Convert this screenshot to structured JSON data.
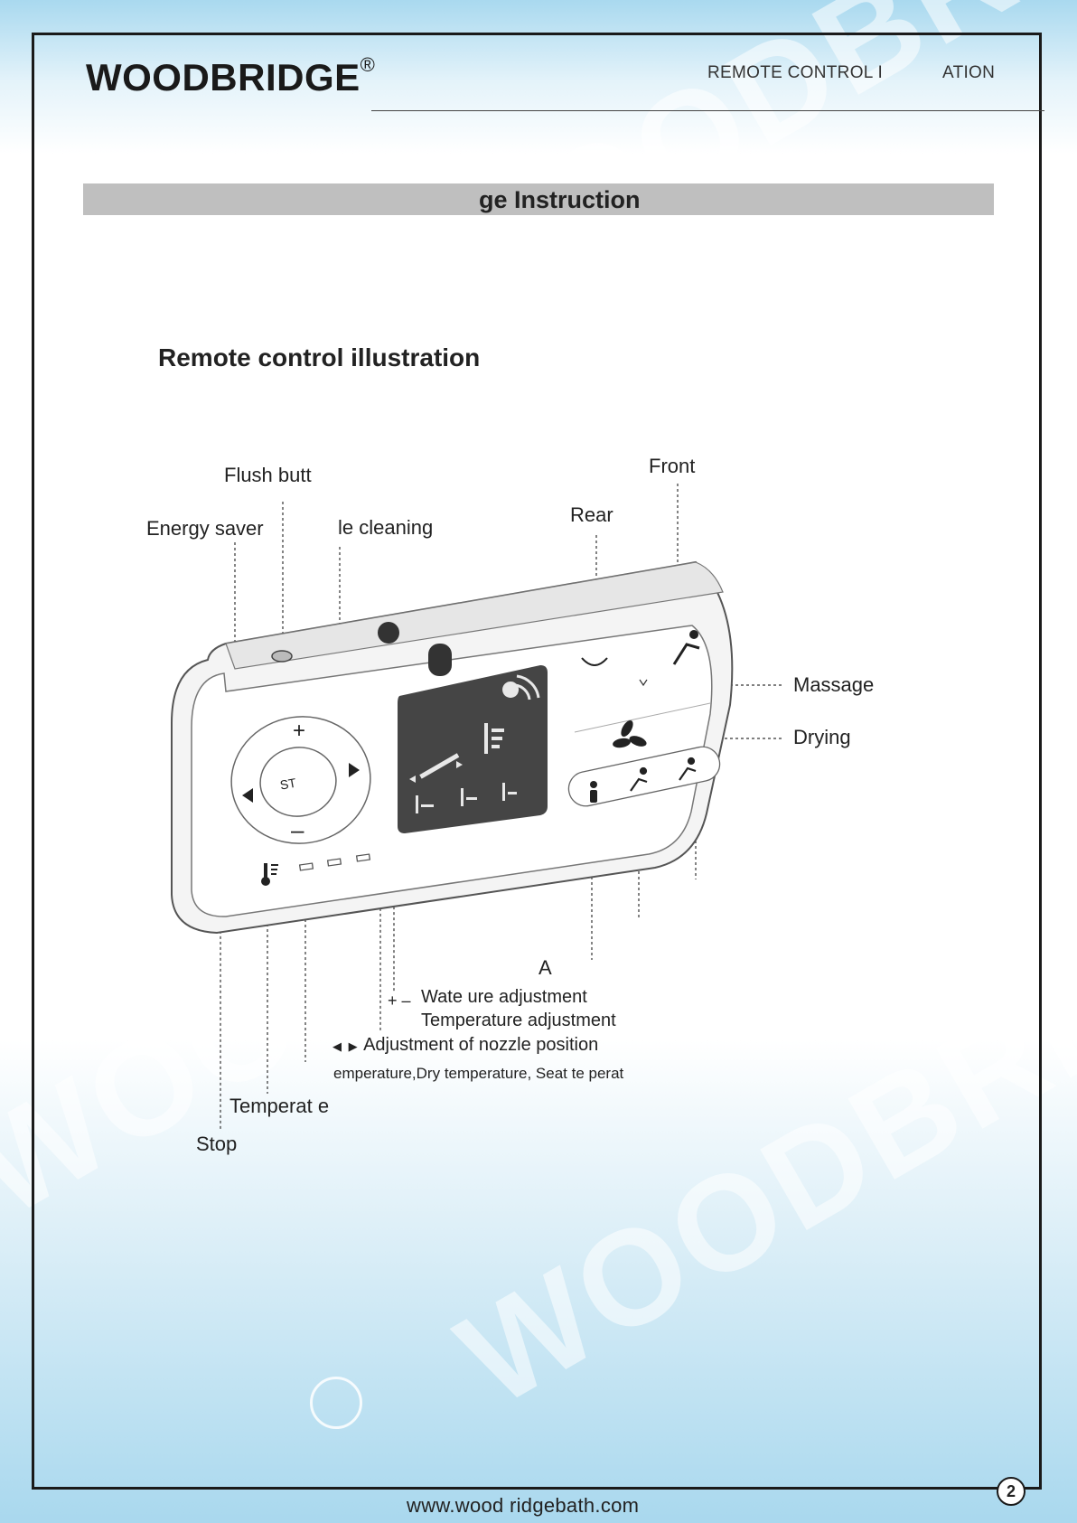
{
  "header": {
    "logo": "WOODBRIDGE",
    "registered": "®",
    "right_a": "REMOTE CONTROL I",
    "right_b": "ATION"
  },
  "watermark": "WOODBRID",
  "banner": {
    "title": "ge Instruction"
  },
  "section": {
    "title": "Remote control illustration"
  },
  "labels": {
    "flush": "Flush butt",
    "energy": "Energy saver",
    "nozzle_cleaning": "le cleaning",
    "rear": "Rear",
    "front": "Front",
    "massage": "Massage",
    "drying": "Drying",
    "auto": "A",
    "plus_minus": "+ –",
    "water_temp": "Wate           ure adjustment",
    "temp_adj": "Temperature adjustment",
    "nozzle_pos": "Adjustment of nozzle position",
    "temp_list": "emperature,Dry temperature, Seat te   perat",
    "temperature": "Temperat   e",
    "stop": "Stop"
  },
  "device": {
    "stop_button": "ST",
    "plus": "+",
    "minus": "–"
  },
  "page_number": "2",
  "footer": {
    "url": "www.wood  ridgebath.com"
  }
}
